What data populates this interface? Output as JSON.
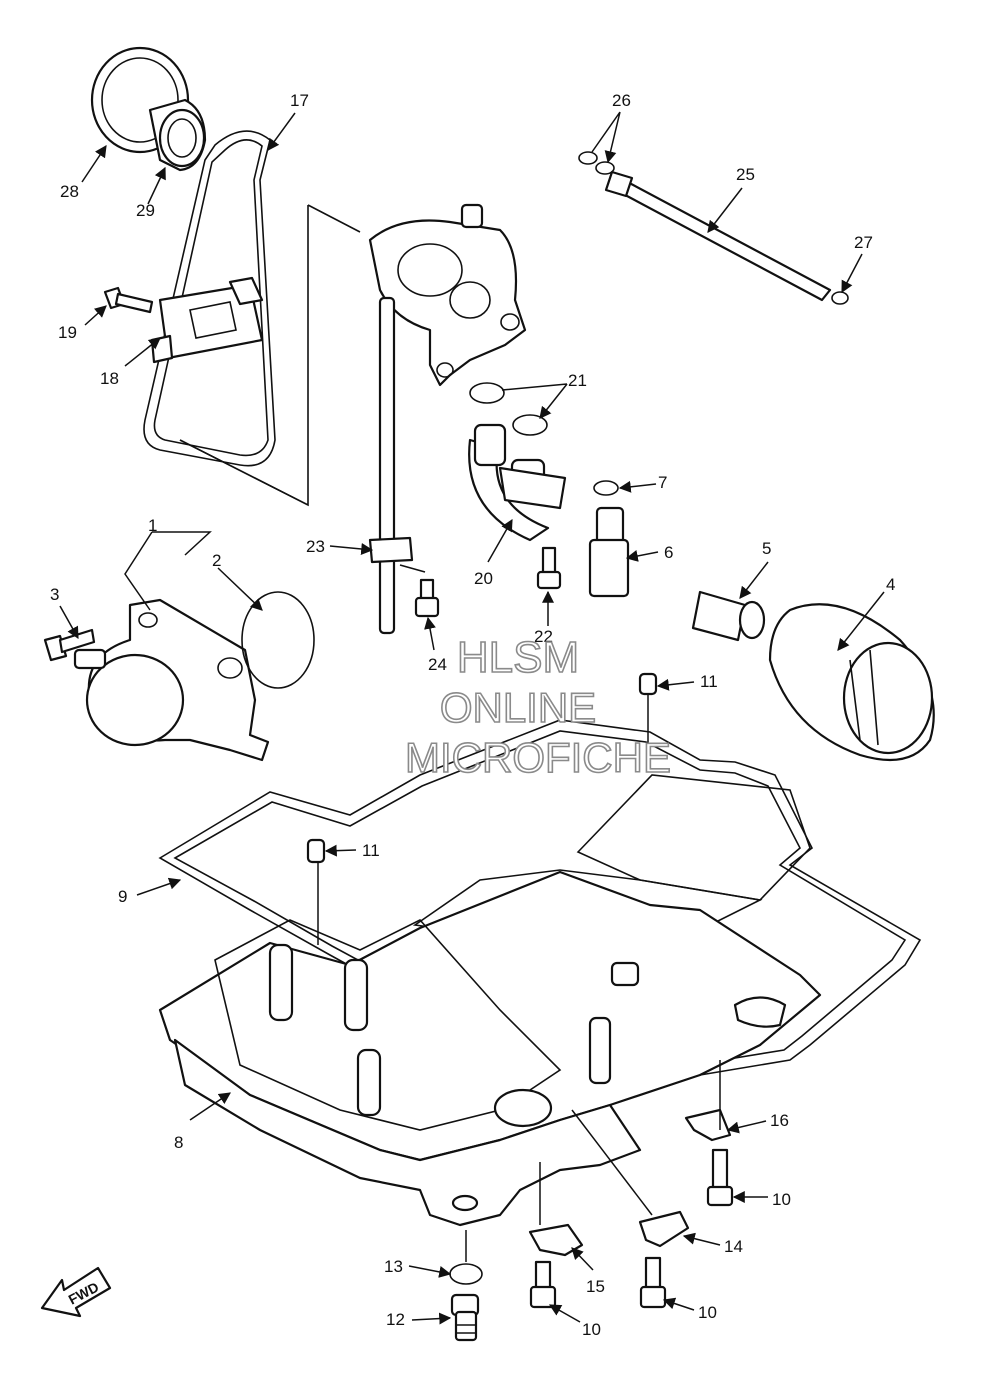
{
  "watermark": {
    "line1": "HLSM",
    "line2": "ONLINE",
    "line3": "MICROFICHE"
  },
  "fwd_label": "FWD",
  "callouts": [
    "1",
    "2",
    "3",
    "4",
    "5",
    "6",
    "7",
    "8",
    "9",
    "10",
    "10",
    "10",
    "10",
    "11",
    "11",
    "12",
    "13",
    "14",
    "15",
    "16",
    "17",
    "18",
    "19",
    "20",
    "21",
    "22",
    "23",
    "24",
    "25",
    "26",
    "27",
    "28",
    "29"
  ],
  "colors": {
    "line": "#111111",
    "watermark_stroke": "#8a8a8a",
    "background": "#ffffff"
  }
}
